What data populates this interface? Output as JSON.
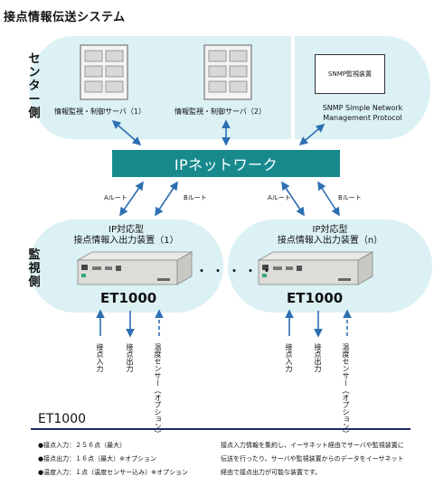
{
  "title": "接点情報伝送システム",
  "center_label": "センター側",
  "monitor_label": "監視側",
  "servers": [
    {
      "caption": "情報監視・制御サーバ（1）"
    },
    {
      "caption": "情報監視・制御サーバ（2）"
    }
  ],
  "snmp": {
    "box_label": "SNMP監視装置",
    "caption_line1": "SNMP Simple Network",
    "caption_line2": "Management Protocol"
  },
  "network_label": "IPネットワーク",
  "routes": {
    "a": "Aルート",
    "b": "Bルート"
  },
  "devices": [
    {
      "line1": "IP対応型",
      "line2": "接点情報入出力装置（1）",
      "model": "ET1000"
    },
    {
      "line1": "IP対応型",
      "line2": "接点情報入出力装置（n）",
      "model": "ET1000"
    }
  ],
  "dots": "・・・・・",
  "io_labels": {
    "input": "接点入力",
    "output": "接点出力",
    "sensor": "温度センサー（オプション）"
  },
  "footer": {
    "product": "ET1000",
    "specs": [
      "●接点入力：２５６点（最大）",
      "●接点出力：１６点（最大）※オプション",
      "●温度入力：１点（温度センサー込み）※オプション"
    ],
    "description": "接点入力情報を集約し、イーサネット経由でサーバや監視装置に伝送を行ったり、サーバや監視装置からのデータをイーサネット経由で接点出力が可能な装置です。"
  },
  "colors": {
    "region": "#dbf1f4",
    "network": "#188a8e",
    "arrow": "#2d6fb3",
    "footer_rule": "#1b2b66"
  }
}
